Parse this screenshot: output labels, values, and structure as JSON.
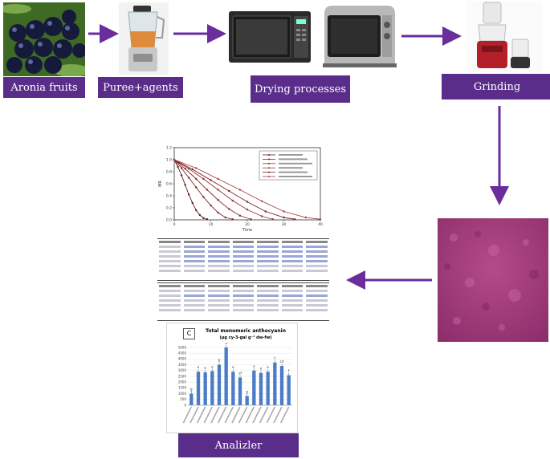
{
  "flow": {
    "steps": [
      {
        "label": "Aronia fruits"
      },
      {
        "label": "Puree+agents"
      },
      {
        "label": "Drying processes"
      },
      {
        "label": "Grinding"
      },
      {
        "label": "Analizler"
      }
    ]
  },
  "drying_chart": {
    "type": "line",
    "ylabel": "MR",
    "xlabel": "Time",
    "ylim": [
      0,
      1.2
    ],
    "yticks": [
      "0.0",
      "0.2",
      "0.4",
      "0.6",
      "0.8",
      "1.0",
      "1.2"
    ],
    "xlim": [
      0,
      40
    ],
    "xticks": [
      "0",
      "10",
      "20",
      "30",
      "40"
    ],
    "legend_count": 6,
    "series": [
      {
        "color": "#5c1c1c",
        "x": [
          0,
          1,
          2,
          3,
          4,
          5,
          6,
          7,
          8,
          9
        ],
        "y": [
          1.0,
          0.88,
          0.74,
          0.58,
          0.42,
          0.28,
          0.16,
          0.08,
          0.03,
          0.01
        ]
      },
      {
        "color": "#7a2424",
        "x": [
          0,
          2,
          4,
          6,
          8,
          10,
          12,
          14,
          16
        ],
        "y": [
          1.0,
          0.86,
          0.7,
          0.54,
          0.38,
          0.24,
          0.12,
          0.04,
          0.01
        ]
      },
      {
        "color": "#8b2a2a",
        "x": [
          0,
          3,
          6,
          9,
          12,
          15,
          18,
          21
        ],
        "y": [
          1.0,
          0.85,
          0.68,
          0.5,
          0.33,
          0.18,
          0.07,
          0.01
        ]
      },
      {
        "color": "#9b3030",
        "x": [
          0,
          4,
          8,
          12,
          16,
          20,
          24,
          27
        ],
        "y": [
          1.0,
          0.85,
          0.68,
          0.5,
          0.32,
          0.17,
          0.06,
          0.01
        ]
      },
      {
        "color": "#7a2020",
        "x": [
          0,
          5,
          10,
          15,
          20,
          25,
          30,
          33
        ],
        "y": [
          1.0,
          0.84,
          0.66,
          0.48,
          0.3,
          0.14,
          0.04,
          0.01
        ]
      },
      {
        "color": "#a84040",
        "x": [
          0,
          6,
          12,
          18,
          24,
          30,
          36,
          40
        ],
        "y": [
          1.0,
          0.86,
          0.68,
          0.5,
          0.31,
          0.14,
          0.04,
          0.01
        ]
      }
    ]
  },
  "chart_data": {
    "type": "bar",
    "title": "Total monomeric anthocyanin",
    "subtitle": "(μg cy-3-gal g⁻¹ dw-fw)",
    "panel": "C",
    "ylim": [
      0,
      5000
    ],
    "yticks": [
      "0",
      "500",
      "1000",
      "1500",
      "2000",
      "2500",
      "3000",
      "3500",
      "4000",
      "4500",
      "5000"
    ],
    "categories": [
      "",
      "",
      "",
      "",
      "",
      "",
      "",
      "",
      "",
      "",
      "",
      "",
      "",
      "",
      ""
    ],
    "values": [
      1000,
      2900,
      2850,
      2950,
      3500,
      5000,
      2900,
      2400,
      800,
      3000,
      2800,
      2900,
      3700,
      3400,
      2600
    ],
    "labels": [
      "g",
      "e",
      "e",
      "e",
      "b",
      "a",
      "e",
      "ef",
      "g",
      "e",
      "e",
      "e",
      "c",
      "cd",
      "f"
    ],
    "bar_color": "#4a7cc7"
  }
}
